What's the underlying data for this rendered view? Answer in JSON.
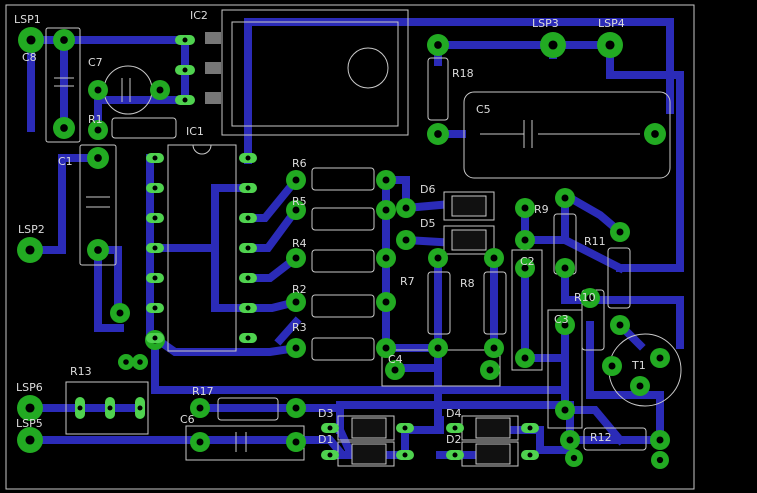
{
  "board": {
    "colors": {
      "background": "#000000",
      "trace": "#2b2bb8",
      "pad_ring": "#22aa22",
      "pad_ring_light": "#4fd24f",
      "outline": "#c8c8c8",
      "silk_text": "#dcdcdc",
      "drill": "#000000"
    },
    "labels": {
      "lsp1": "LSP1",
      "c8": "C8",
      "c7": "C7",
      "ic2": "IC2",
      "lsp3": "LSP3",
      "lsp4": "LSP4",
      "r18": "R18",
      "c5": "C5",
      "r1": "R1",
      "ic1": "IC1",
      "c1": "C1",
      "r6": "R6",
      "d6": "D6",
      "r5": "R5",
      "r9": "R9",
      "d5": "D5",
      "lsp2": "LSP2",
      "r4": "R4",
      "r11": "R11",
      "c2": "C2",
      "r7": "R7",
      "r8": "R8",
      "r2": "R2",
      "r10": "R10",
      "r3": "R3",
      "c3": "C3",
      "c4": "C4",
      "t1": "T1",
      "r13": "R13",
      "lsp6": "LSP6",
      "r17": "R17",
      "d3": "D3",
      "d4": "D4",
      "lsp5": "LSP5",
      "c6": "C6",
      "d1": "D1",
      "d2": "D2",
      "r12": "R12"
    }
  }
}
